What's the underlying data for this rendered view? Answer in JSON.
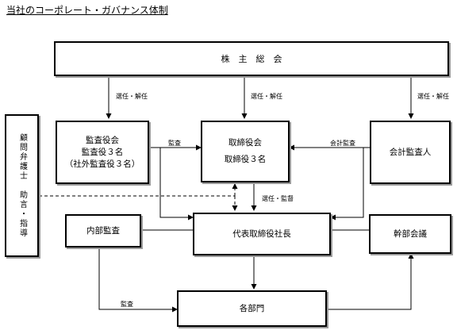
{
  "title": "当社のコーポレート・ガバナンス体制",
  "nodes": {
    "shareholders": "株　主　総　会",
    "audit_board": [
      "監査役会",
      "監査役３名",
      "（社外監査役３名）"
    ],
    "board": [
      "取締役会",
      "取締役３名"
    ],
    "accounting_auditor": "会計監査人",
    "advisor": [
      "顧",
      "問",
      "弁",
      "護",
      "士",
      "",
      "助",
      "言",
      "・",
      "指",
      "導"
    ],
    "internal_audit": "内部監査",
    "president": "代表取締役社長",
    "executive_meeting": "幹部会議",
    "departments": "各部門"
  },
  "labels": {
    "elect1": "選任・解任",
    "elect2": "選任・解任",
    "elect3": "選任・解任",
    "audit1": "監査",
    "accounting_audit": "会計監査",
    "elect_supervise": "選任・監督",
    "audit2": "監査"
  }
}
